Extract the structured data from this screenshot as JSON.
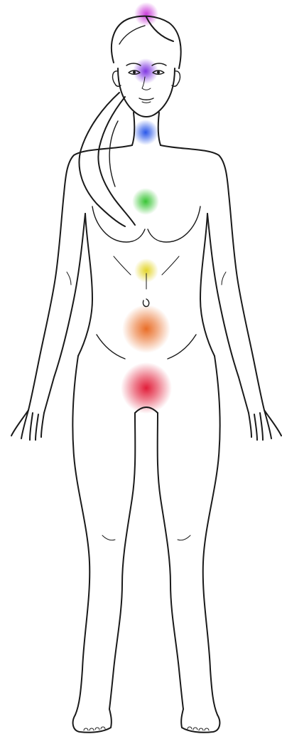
{
  "figure": {
    "subject": "female-body-outline",
    "line_color": "#1a1a1a",
    "background": "#ffffff"
  },
  "chakras": [
    {
      "id": "crown",
      "color": "#c733d6"
    },
    {
      "id": "third-eye",
      "color": "#7a2ee0"
    },
    {
      "id": "throat",
      "color": "#1f4fe8"
    },
    {
      "id": "heart",
      "color": "#2fc22b"
    },
    {
      "id": "solar-plexus",
      "color": "#e2d21e"
    },
    {
      "id": "sacral",
      "color": "#e8661c"
    },
    {
      "id": "root",
      "color": "#e0122f"
    }
  ]
}
